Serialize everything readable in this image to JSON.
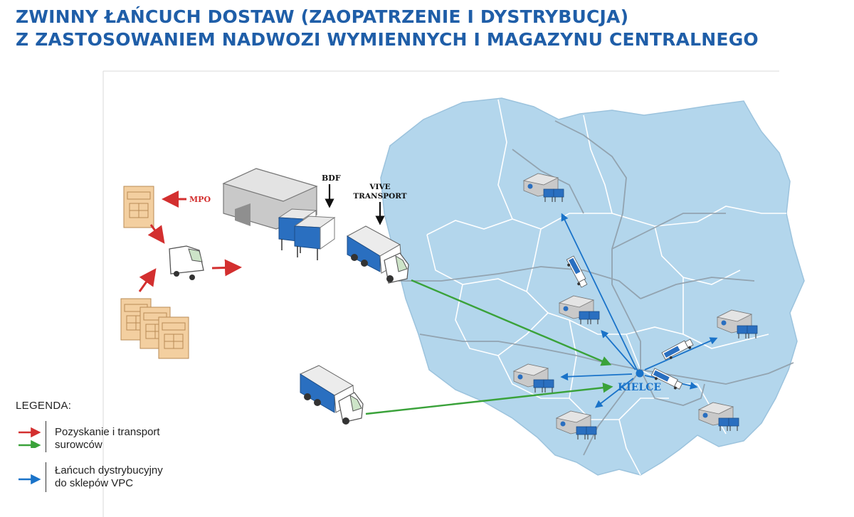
{
  "title": {
    "line1": "ZWINNY ŁAŃCUCH DOSTAW (ZAOPATRZENIE I DYSTRYBUCJA)",
    "line2": "Z ZASTOSOWANIEM NADWOZI WYMIENNYCH I MAGAZYNU CENTRALNEGO"
  },
  "labels": {
    "mpo": "MPO",
    "bdf": "BDF",
    "vive1": "VIVE",
    "vive2": "TRANSPORT",
    "kielce": "KIELCE"
  },
  "legend": {
    "title": "LEGENDA:",
    "items": [
      {
        "line1": "Pozyskanie i transport",
        "line2": "surowców",
        "colors": [
          "#d32f2f",
          "#3aa23a"
        ]
      },
      {
        "line1": "Łańcuch dystrybucyjny",
        "line2": "do sklepów VPC",
        "colors": [
          "#1a73c9"
        ]
      }
    ]
  },
  "colors": {
    "title": "#1f5ea8",
    "map_fill": "#b3d6ec",
    "border_lines": "#ffffff",
    "roads": "#8d9ba6",
    "supply_red": "#d32f2f",
    "supply_green": "#3aa23a",
    "distribution_blue": "#1a73c9",
    "container_blue": "#2a6fc0",
    "warehouse_gray": "#c9c9c9",
    "box_tan": "#f3cfa0"
  },
  "icons": [
    "parcel-box-icon",
    "van-icon",
    "warehouse-icon",
    "container-icon",
    "truck-icon",
    "hub-dot-icon"
  ]
}
